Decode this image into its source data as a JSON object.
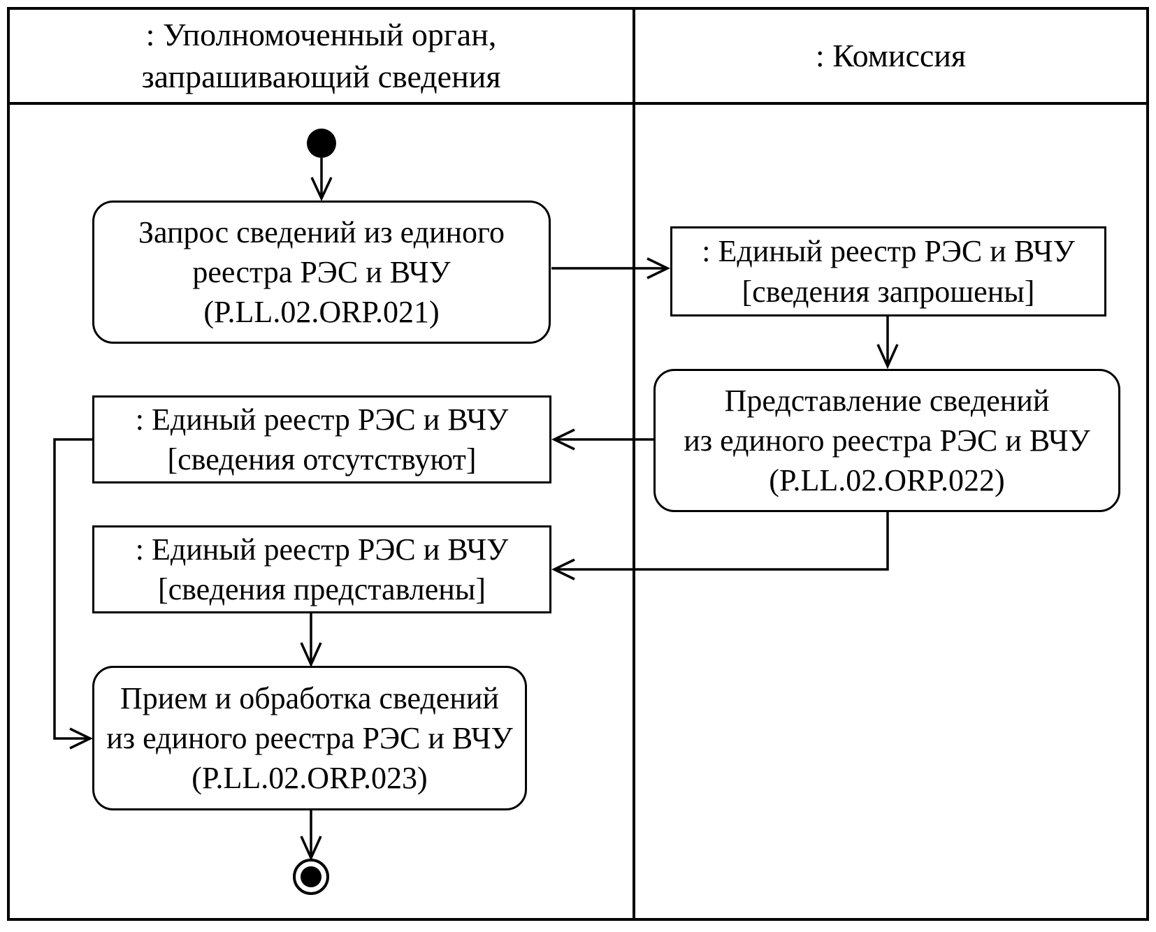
{
  "lanes": [
    {
      "title": ": Уполномоченный орган,\nзапрашивающий сведения"
    },
    {
      "title": ": Комиссия"
    }
  ],
  "nodes": {
    "request": {
      "label": "Запрос сведений из единого\nреестра РЭС и ВЧУ\n(P.LL.02.ORP.021)"
    },
    "registry_requested": {
      "label": ": Единый реестр РЭС и ВЧУ\n[сведения запрошены]"
    },
    "present": {
      "label": "Представление сведений\nиз единого реестра РЭС и ВЧУ\n(P.LL.02.ORP.022)"
    },
    "registry_absent": {
      "label": ": Единый реестр РЭС и ВЧУ\n[сведения отсутствуют]"
    },
    "registry_presented": {
      "label": ": Единый реестр РЭС и ВЧУ\n[сведения представлены]"
    },
    "receive": {
      "label": "Прием и обработка сведений\nиз единого реестра РЭС и ВЧУ\n(P.LL.02.ORP.023)"
    }
  },
  "colors": {
    "ink": "#000000",
    "paper": "#ffffff"
  }
}
